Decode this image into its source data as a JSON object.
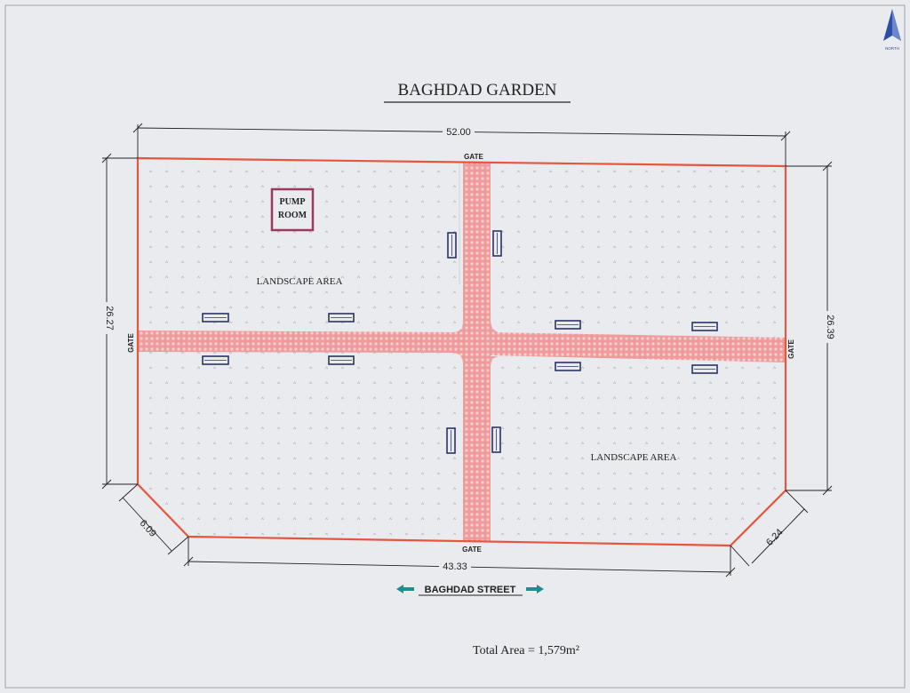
{
  "title": "BAGHDAD GARDEN",
  "north_label": "NORTH",
  "dimensions": {
    "top": "52.00",
    "left": "26.27",
    "right": "26.39",
    "bottom": "43.33",
    "corner_left": "6.09",
    "corner_right": "6.24"
  },
  "gates": {
    "top": "GATE",
    "bottom": "GATE",
    "left": "GATE",
    "right": "GATE"
  },
  "pump_room": {
    "line1": "PUMP",
    "line2": "ROOM"
  },
  "landscape": {
    "upper_left": "LANDSCAPE AREA",
    "lower_right": "LANDSCAPE AREA"
  },
  "street_label": "BAGHDAD STREET",
  "total_area": "Total Area = 1,579m²",
  "colors": {
    "boundary": "#e8553e",
    "path_fill": "#e8a4a4",
    "pump_room": "#9c3a5e",
    "bench": "#2a3468",
    "street_arrow": "#1f8f8c",
    "dim_line": "#222222",
    "background": "#e9ebee",
    "north_arrow": "#2b4fa8"
  }
}
